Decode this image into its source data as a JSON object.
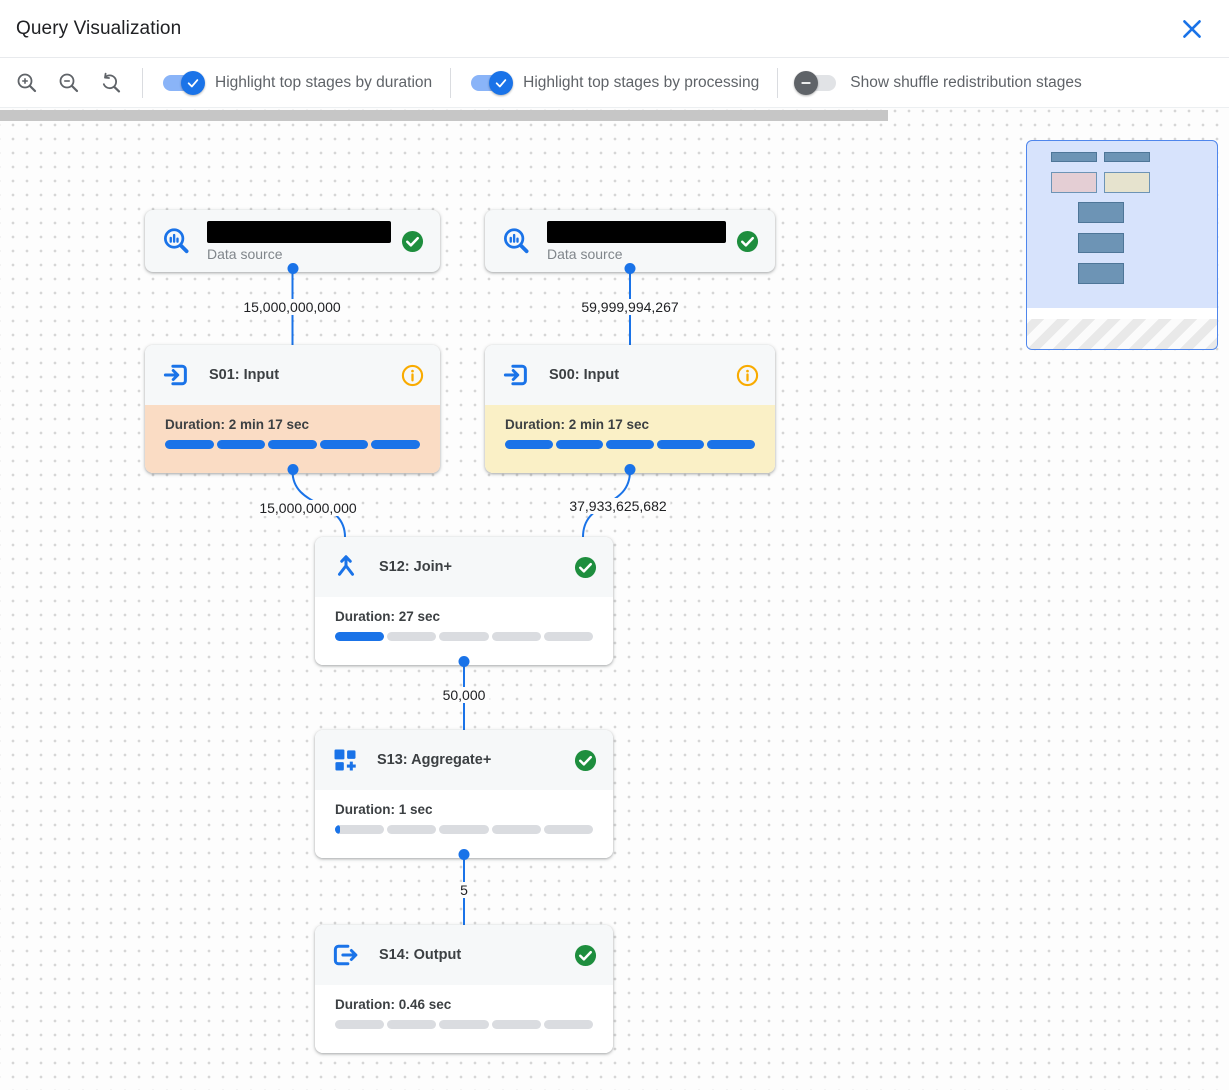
{
  "header": {
    "title": "Query Visualization"
  },
  "toolbar": {
    "zoom_buttons": [
      "zoom-in",
      "zoom-out",
      "zoom-reset"
    ],
    "toggles": [
      {
        "label": "Highlight top stages by duration",
        "state": "on"
      },
      {
        "label": "Highlight top stages by processing",
        "state": "on"
      },
      {
        "label": "Show shuffle redistribution stages",
        "state": "off"
      }
    ]
  },
  "graph": {
    "data_sources": [
      {
        "label": "Data source",
        "name_redacted": true,
        "status": "completed"
      },
      {
        "label": "Data source",
        "name_redacted": true,
        "status": "completed"
      }
    ],
    "stages": [
      {
        "id": "S01",
        "title": "S01: Input",
        "duration_label": "Duration: 2 min 17 sec",
        "progress_pct": 100,
        "highlight": "duration",
        "status_icon": "info"
      },
      {
        "id": "S00",
        "title": "S00: Input",
        "duration_label": "Duration: 2 min 17 sec",
        "progress_pct": 100,
        "highlight": "processing",
        "status_icon": "info"
      },
      {
        "id": "S12",
        "title": "S12: Join+",
        "duration_label": "Duration: 27 sec",
        "progress_pct": 20,
        "highlight": "none",
        "status_icon": "completed"
      },
      {
        "id": "S13",
        "title": "S13: Aggregate+",
        "duration_label": "Duration: 1 sec",
        "progress_pct": 1,
        "highlight": "none",
        "status_icon": "completed"
      },
      {
        "id": "S14",
        "title": "S14: Output",
        "duration_label": "Duration: 0.46 sec",
        "progress_pct": 0,
        "highlight": "none",
        "status_icon": "completed"
      }
    ],
    "edges": [
      {
        "from": "data-source-1",
        "to": "S01",
        "rows": "15,000,000,000"
      },
      {
        "from": "data-source-2",
        "to": "S00",
        "rows": "59,999,994,267"
      },
      {
        "from": "S01",
        "to": "S12",
        "rows": "15,000,000,000"
      },
      {
        "from": "S00",
        "to": "S12",
        "rows": "37,933,625,682"
      },
      {
        "from": "S12",
        "to": "S13",
        "rows": "50,000"
      },
      {
        "from": "S13",
        "to": "S14",
        "rows": "5"
      }
    ]
  },
  "colors": {
    "accent_blue": "#1a73e8",
    "toggle_track_on": "#8ab4f8",
    "toggle_off_thumb": "#5f6368",
    "status_green": "#1e8e3e",
    "status_info_amber": "#f9ab00",
    "highlight_duration_bg": "#fadcc4",
    "highlight_processing_bg": "#faf0c6",
    "progress_track": "#dadce0",
    "minimap_bg": "#d7e3fc",
    "minimap_border": "#4f86ec"
  }
}
